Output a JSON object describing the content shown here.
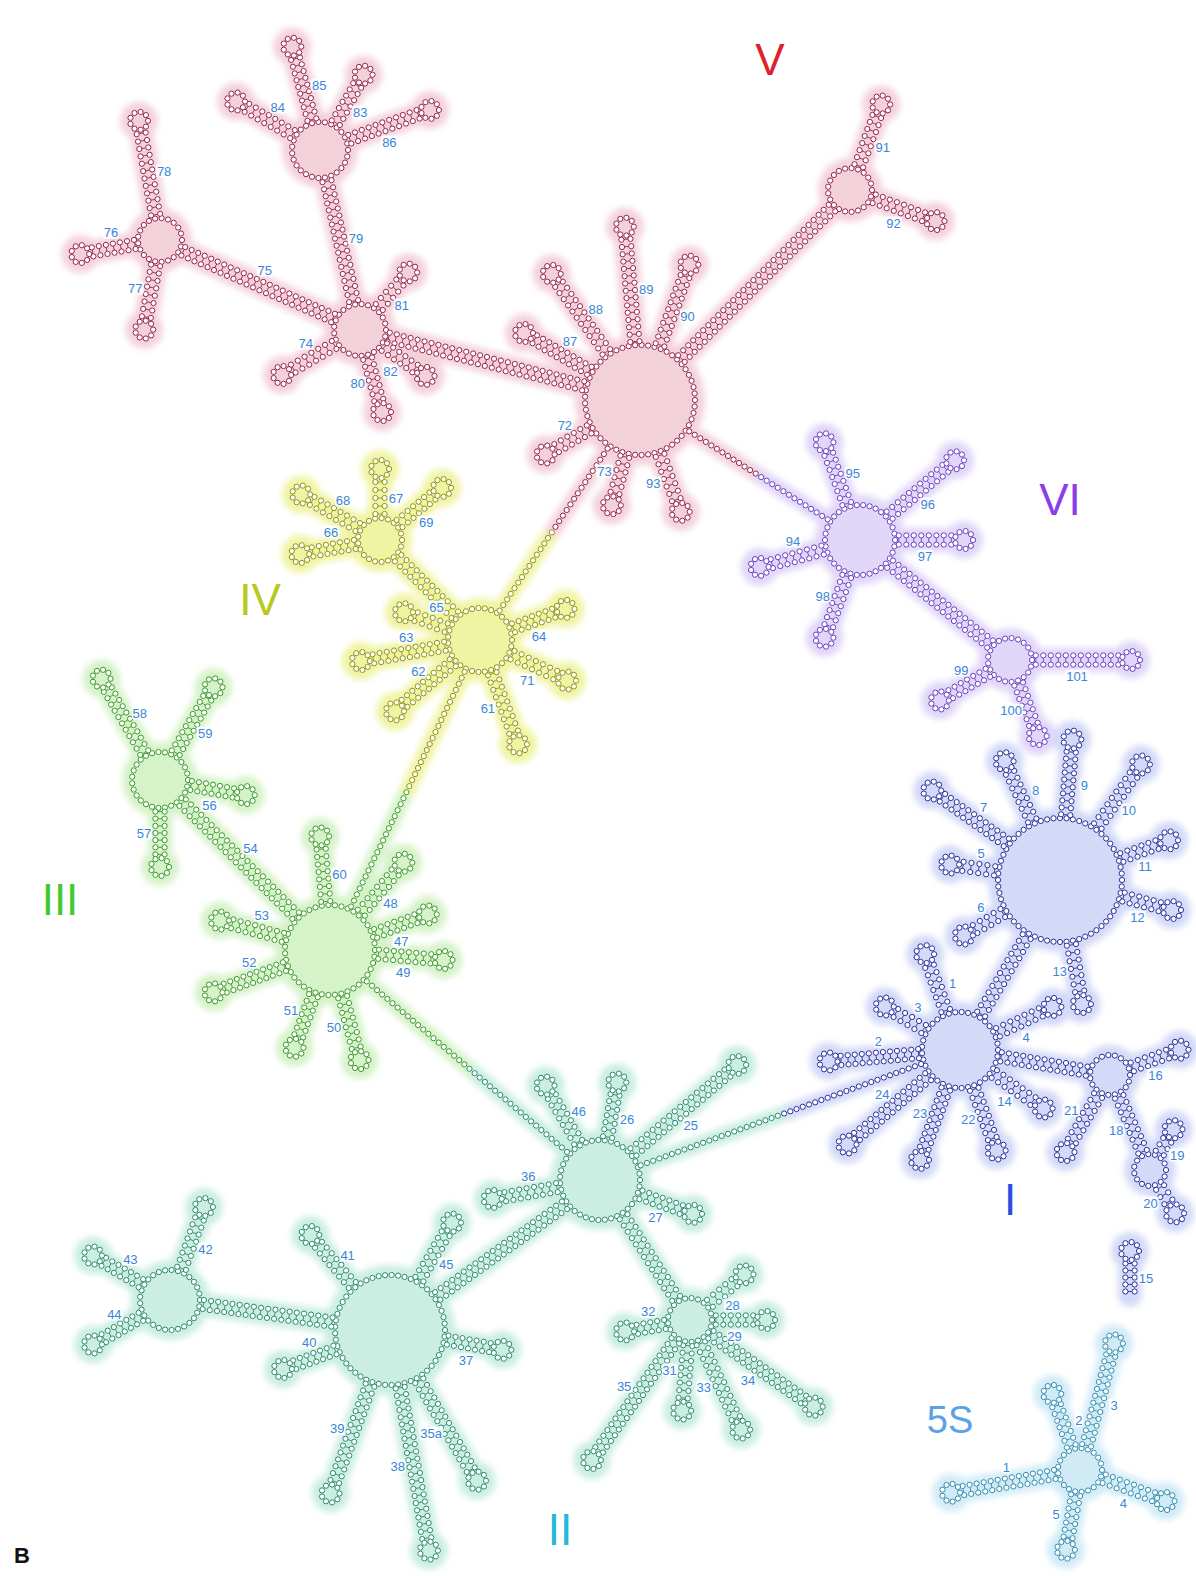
{
  "diagram": {
    "labels": [
      "B",
      "I",
      "II",
      "III",
      "IV",
      "V",
      "VI",
      "5S",
      "1",
      "2",
      "3",
      "4",
      "5",
      "6",
      "7",
      "8",
      "9",
      "10",
      "11",
      "12",
      "13",
      "14",
      "15",
      "16",
      "18",
      "19",
      "20",
      "21",
      "22",
      "23",
      "24",
      "25",
      "26",
      "27",
      "28",
      "29",
      "31",
      "32",
      "33",
      "34",
      "35",
      "35a",
      "36",
      "37",
      "38",
      "39",
      "40",
      "41",
      "42",
      "43",
      "44",
      "45",
      "46",
      "47",
      "48",
      "49",
      "50",
      "51",
      "52",
      "53",
      "54",
      "56",
      "57",
      "58",
      "59",
      "60",
      "61",
      "62",
      "63",
      "64",
      "65",
      "66",
      "67",
      "68",
      "69",
      "71",
      "72",
      "73",
      "74",
      "75",
      "76",
      "77",
      "78",
      "79",
      "80",
      "81",
      "82",
      "83",
      "84",
      "85",
      "86",
      "87",
      "88",
      "89",
      "90",
      "91",
      "92",
      "93",
      "94",
      "95",
      "96",
      "97",
      "98",
      "99",
      "100",
      "101",
      "1",
      "2",
      "3",
      "4",
      "5"
    ]
  }
}
